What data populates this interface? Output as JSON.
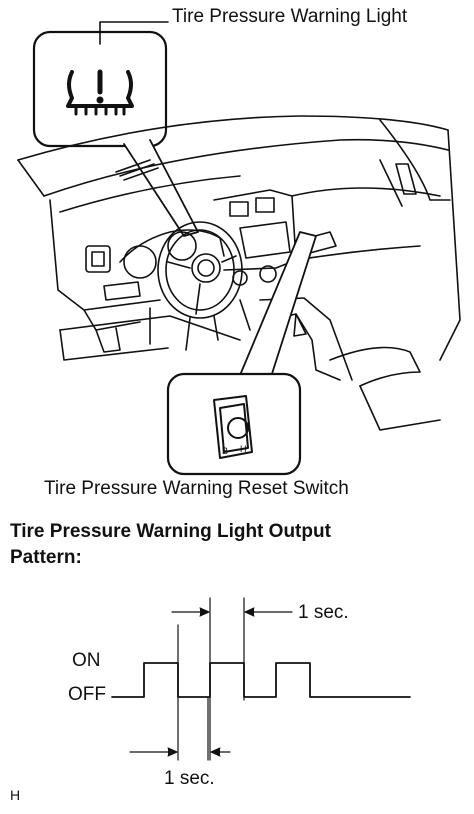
{
  "labels": {
    "warning_light": "Tire Pressure Warning Light",
    "reset_switch": "Tire Pressure Warning Reset Switch",
    "pattern_title_line1": "Tire Pressure Warning Light Output",
    "pattern_title_line2": "Pattern:",
    "on": "ON",
    "off": "OFF",
    "interval_top": "1 sec.",
    "interval_bottom": "1 sec.",
    "figure_code": "H"
  },
  "icons": {
    "warning_light": "tire-pressure-warning-icon",
    "reset_switch": "reset-switch-icon"
  },
  "colors": {
    "line": "#111111",
    "background": "#ffffff"
  }
}
